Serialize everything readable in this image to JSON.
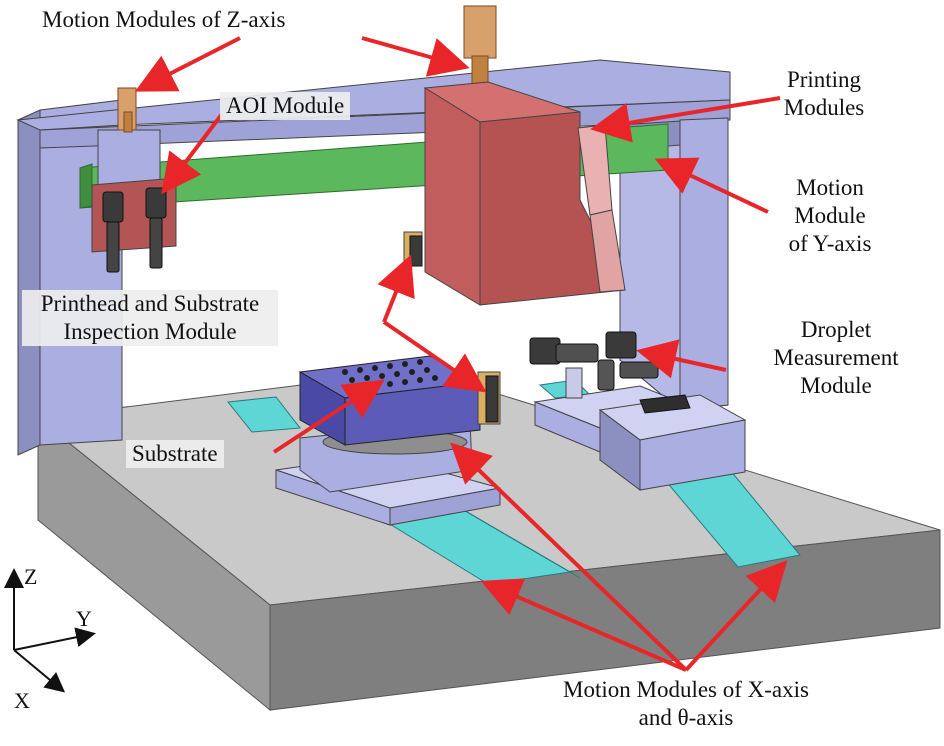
{
  "labels": {
    "z_modules": "Motion Modules of Z-axis",
    "aoi": "AOI Module",
    "printing": [
      "Printing",
      "Modules"
    ],
    "y_module": [
      "Motion",
      "Module",
      "of Y-axis"
    ],
    "inspection": [
      "Printhead and Substrate",
      "Inspection Module"
    ],
    "droplet": [
      "Droplet",
      "Measurement",
      "Module"
    ],
    "substrate": "Substrate",
    "x_modules": [
      "Motion Modules of X-axis",
      "and θ-axis"
    ]
  },
  "axes": {
    "z": "Z",
    "y": "Y",
    "x": "X"
  },
  "colors": {
    "arrow": "#e8262a",
    "frame": "#aaaee0",
    "rail": "#5cb85c",
    "print_module": "#c25d5d",
    "base_top": "#c9c9c9",
    "base_front": "#7f7f7f",
    "x_rail": "#5fd6d6",
    "stage": "#a8a8ea",
    "substrate_block": "#5c5cb8",
    "actuator": "#d9a06b"
  }
}
